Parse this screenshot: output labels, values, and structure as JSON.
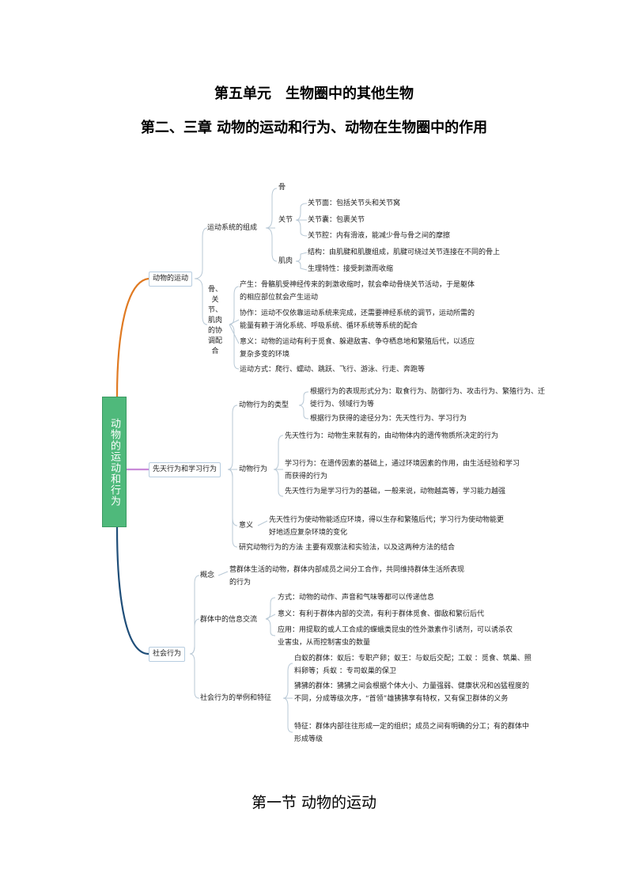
{
  "titles": {
    "unit": "第五单元　生物圈中的其他生物",
    "chapter": "第二、三章 动物的运动和行为、动物在生物圈中的作用",
    "section": "第一节 动物的运动"
  },
  "colors": {
    "root": "#4fb97b",
    "branch_movement": "#e07a22",
    "branch_behavior": "#c98ad8",
    "branch_social": "#1f4e79",
    "connector": "#b9c9d6"
  },
  "mindmap": {
    "root": "动物的运动和行为",
    "movement": {
      "label": "动物的运动",
      "system": {
        "label": "运动系统的组成",
        "bone": "骨",
        "joint": {
          "label": "关节",
          "surface": "关节面：包括关节头和关节窝",
          "capsule": "关节囊：包裹关节",
          "cavity": "关节腔：内有滑液，能减少骨与骨之间的摩擦"
        },
        "muscle": {
          "label": "肌肉",
          "structure": "结构：由肌腱和肌腹组成，肌腱可绕过关节连接在不同的骨上",
          "property": "生理特性：接受刺激而收缩"
        }
      },
      "coord": {
        "label": "骨、关节、肌肉的协调配合",
        "produce": "产生：骨骼肌受神经传来的刺激收缩时，就会牵动骨绕关节活动，于是躯体的相应部位就会产生运动",
        "cooperate": "协作：运动不仅依靠运动系统来完成，还需要神经系统的调节，运动所需的能量有赖于消化系统、呼吸系统、循环系统等系统的配合",
        "meaning": "意义：动物的运动有利于觅食、躲避敌害、争夺栖息地和繁殖后代，以适应复杂多变的环境",
        "modes": "运动方式：爬行、蠕动、跳跃、飞行、游泳、行走、奔跑等"
      }
    },
    "behavior": {
      "label": "先天行为和学习行为",
      "types": {
        "label": "动物行为的类型",
        "by_form": "根据行为的表现形式分为：取食行为、防御行为、攻击行为、繁殖行为、迁徙行为、领域行为等",
        "by_origin": "根据行为获得的途径分为：先天性行为、学习行为"
      },
      "behaviors": {
        "label": "动物行为",
        "innate": "先天性行为：动物生来就有的，由动物体内的遗传物质所决定的行为",
        "learned": "学习行为：在遗传因素的基础上，通过环境因素的作用，由生活经验和学习而获得的行为",
        "basis": "先天性行为是学习行为的基础，一般来说，动物越高等，学习能力越强"
      },
      "significance": {
        "label": "意义",
        "text": "先天性行为使动物能适应环境，得以生存和繁殖后代；学习行为使动物能更好地适应复杂环境的变化"
      },
      "methods": {
        "label": "研究动物行为的方法",
        "text": "主要有观察法和实验法，以及这两种方法的结合"
      }
    },
    "social": {
      "label": "社会行为",
      "concept": {
        "label": "概念",
        "text": "营群体生活的动物，群体内部成员之间分工合作，共同维持群体生活所表现的行为"
      },
      "info": {
        "label": "群体中的信息交流",
        "way": "方式：动物的动作、声音和气味等都可以传递信息",
        "meaning": "意义：有利于群体内部的交流，有利于群体觅食、御敌和繁衍后代",
        "application": "应用：用提取的或人工合成的蝶蛾类昆虫的性外激素作引诱剂，可以诱杀农业害虫，从而控制害虫的数量"
      },
      "examples": {
        "label": "社会行为的举例和特征",
        "termites": "白蚁的群体：蚁后：专职产卵；蚁王：与蚁后交配；工蚁 ：觅食、筑巢、照料卵等；兵蚁 ：专司蚁巢的保卫",
        "baboons": "狒狒的群体：狒狒之间会根据个体大小、力量强弱、健康状况和凶猛程度的不同，分成等级次序，“首领”雄狒狒享有特权，又有保卫群体的义务",
        "features": "特征：群体内部往往形成一定的组织；成员之间有明确的分工；有的群体中形成等级"
      }
    }
  }
}
